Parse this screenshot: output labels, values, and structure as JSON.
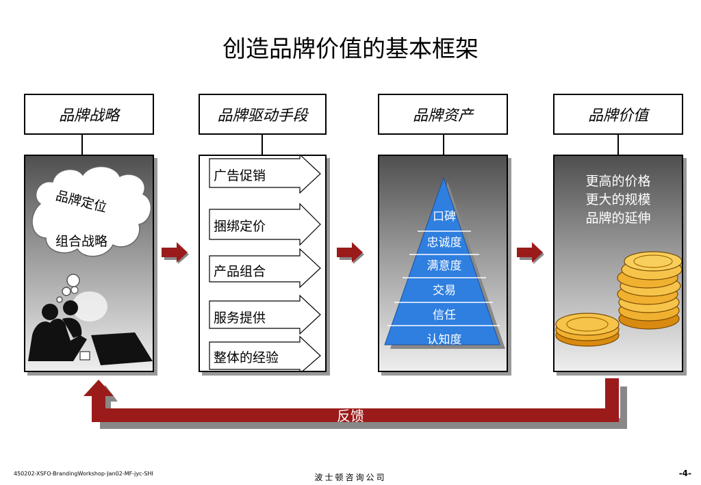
{
  "title": "创造品牌价值的基本框架",
  "headers": [
    "品牌战略",
    "品牌驱动手段",
    "品牌资产",
    "品牌价值"
  ],
  "strategy": {
    "cloud_line1": "品牌定位",
    "cloud_line2": "组合战略"
  },
  "drivers": [
    "广告促销",
    "捆绑定价",
    "产品组合",
    "服务提供",
    "整体的经验"
  ],
  "pyramid": [
    "口碑",
    "忠诚度",
    "满意度",
    "交易",
    "信任",
    "认知度"
  ],
  "value": [
    "更高的价格",
    "更大的规模",
    "品牌的延伸"
  ],
  "feedback": "反馈",
  "footer": {
    "left": "450202-XSFO-BrandingWorkshop-Jan02-MF-jyc-SHI",
    "center": "波士顿咨询公司",
    "right": "-4-"
  },
  "colors": {
    "arrow": "#9b1b1b",
    "pyramid": "#2f7fe0"
  }
}
